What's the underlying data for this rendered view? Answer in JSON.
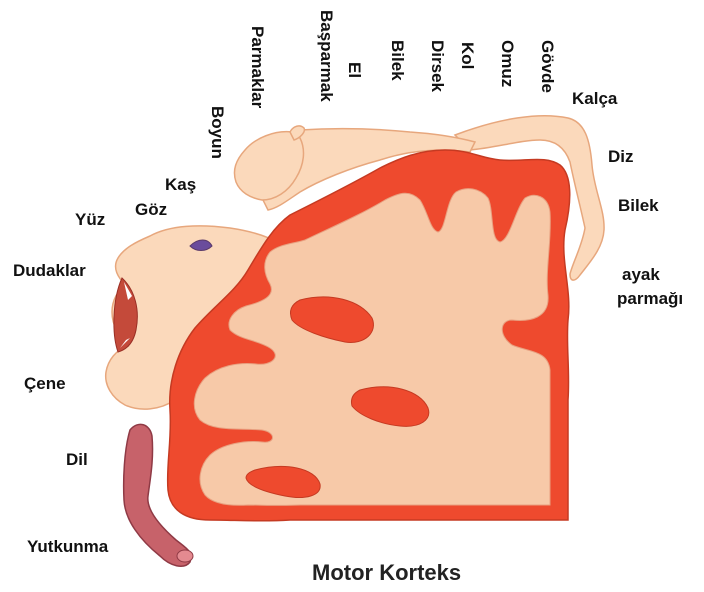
{
  "title": "Motor Korteks",
  "labels": {
    "parmaklar": "Parmaklar",
    "basparmak": "Başparmak",
    "el": "El",
    "bilek_top": "Bilek",
    "dirsek": "Dirsek",
    "kol": "Kol",
    "omuz": "Omuz",
    "govde": "Gövde",
    "boyun": "Boyun",
    "kas": "Kaş",
    "goz": "Göz",
    "yuz": "Yüz",
    "dudaklar": "Dudaklar",
    "cene": "Çene",
    "dil": "Dil",
    "yutkunma": "Yutkunma",
    "kalca": "Kalça",
    "diz": "Diz",
    "bilek_right": "Bilek",
    "ayak": "ayak",
    "parmagi": "parmağı"
  },
  "colors": {
    "cortex_red": "#ee4a2e",
    "white_matter": "#f7c9a8",
    "skin": "#fbd7b8",
    "tongue": "#c7626a"
  }
}
